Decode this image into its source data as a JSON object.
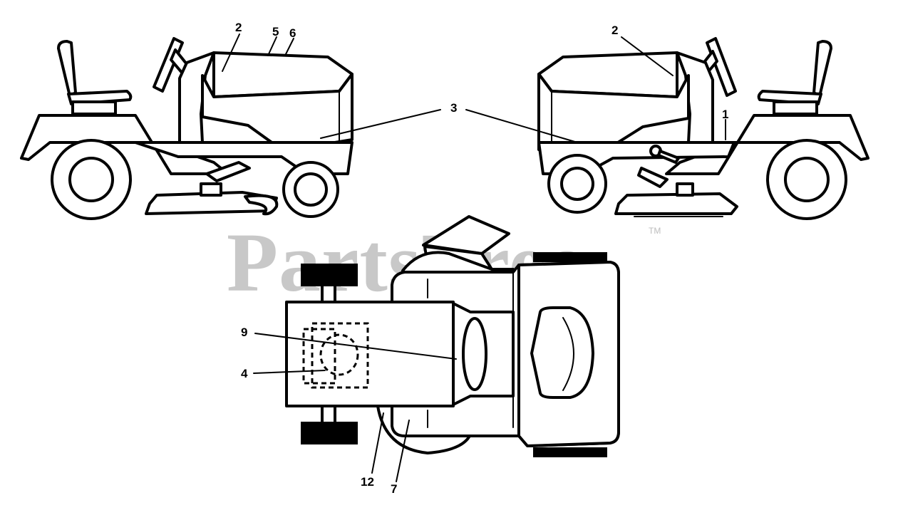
{
  "diagram": {
    "watermark": "PartsTree",
    "trademark": "TM",
    "callouts": {
      "c1": "1",
      "c2a": "2",
      "c2b": "2",
      "c3": "3",
      "c4": "4",
      "c5": "5",
      "c6": "6",
      "c7": "7",
      "c9": "9",
      "c12": "12"
    }
  }
}
